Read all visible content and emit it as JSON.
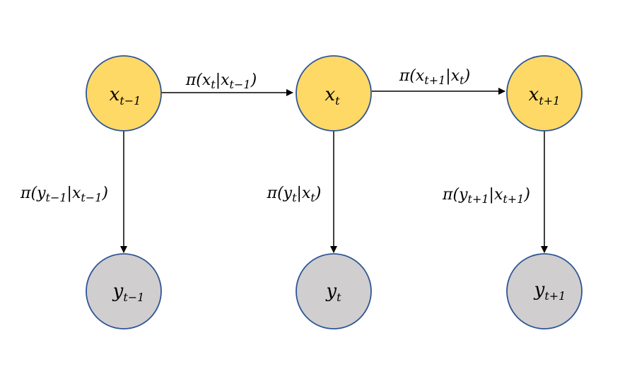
{
  "colors": {
    "hidden_fill": "#FFD966",
    "observed_fill": "#D0CECE",
    "node_stroke": "#2F5597",
    "arrow": "#000000"
  },
  "nodes": {
    "x_prev": {
      "base": "x",
      "sub": "t−1"
    },
    "x_curr": {
      "base": "x",
      "sub": "t"
    },
    "x_next": {
      "base": "x",
      "sub": "t+1"
    },
    "y_prev": {
      "base": "y",
      "sub": "t−1"
    },
    "y_curr": {
      "base": "y",
      "sub": "t"
    },
    "y_next": {
      "base": "y",
      "sub": "t+1"
    }
  },
  "edges": {
    "trans_1": {
      "open": "π(x",
      "s1": "t",
      "mid": "|x",
      "s2": "t−1",
      "close": ")"
    },
    "trans_2": {
      "open": "π(x",
      "s1": "t+1",
      "mid": "|x",
      "s2": "t",
      "close": ")"
    },
    "emit_prev": {
      "open": "π(y",
      "s1": "t−1",
      "mid": "|x",
      "s2": "t−1",
      "close": ")"
    },
    "emit_curr": {
      "open": "π(y",
      "s1": "t",
      "mid": "|x",
      "s2": "t",
      "close": ")"
    },
    "emit_next": {
      "open": "π(y",
      "s1": "t+1",
      "mid": "|x",
      "s2": "t+1",
      "close": ")"
    }
  }
}
